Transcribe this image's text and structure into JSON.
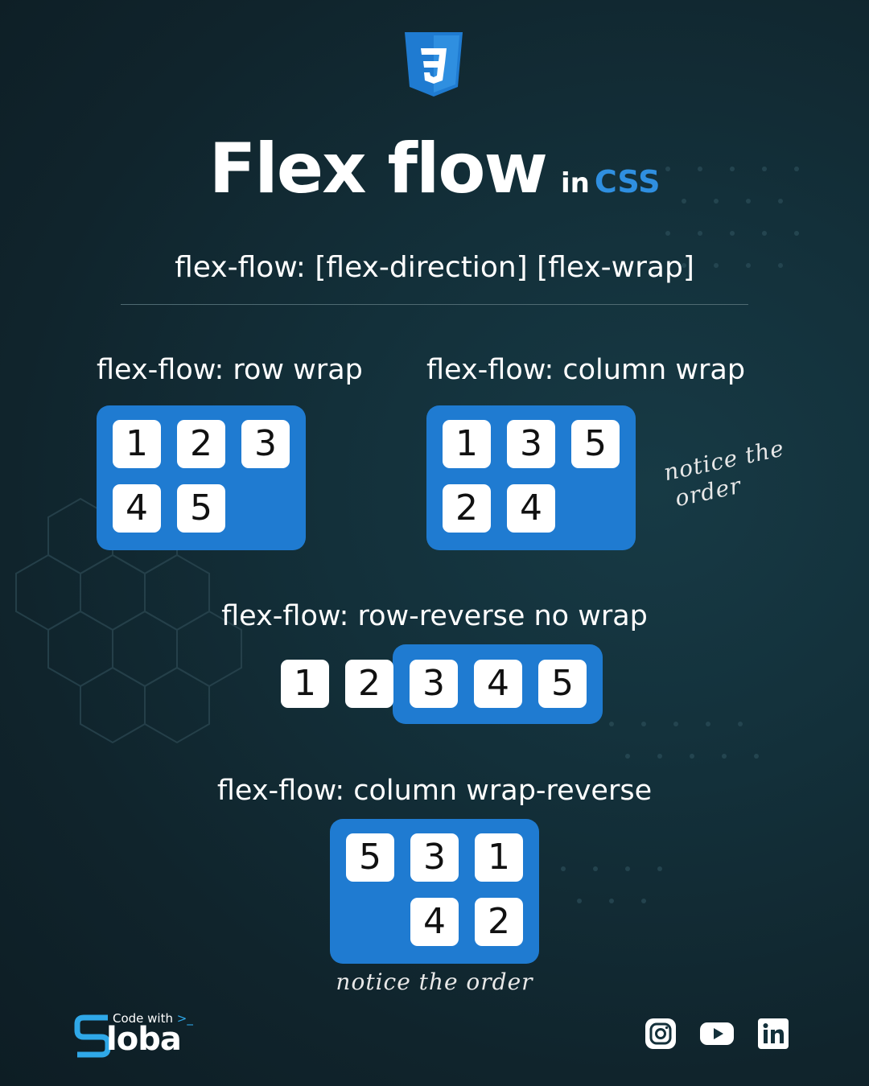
{
  "title": {
    "main": "Flex flow",
    "in": "in",
    "css": "CSS"
  },
  "syntax": "flex-flow: [flex-direction] [flex-wrap]",
  "examples": {
    "row_wrap": {
      "label": "flex-flow: row wrap",
      "items": [
        "1",
        "2",
        "3",
        "4",
        "5"
      ]
    },
    "column_wrap": {
      "label": "flex-flow: column wrap",
      "items": [
        "1",
        "3",
        "5",
        "2",
        "4"
      ],
      "note_line1": "notice the",
      "note_line2": "order"
    },
    "row_reverse": {
      "label": "flex-flow: row-reverse no wrap",
      "items": [
        "1",
        "2",
        "3",
        "4",
        "5"
      ]
    },
    "column_wrap_reverse": {
      "label": "flex-flow: column wrap-reverse",
      "items": [
        "5",
        "3",
        "1",
        "4",
        "2"
      ],
      "note": "notice the order"
    }
  },
  "brand": {
    "small": "Code with",
    "prompt": ">_",
    "name": "loba"
  },
  "social": [
    "instagram-icon",
    "youtube-icon",
    "linkedin-icon"
  ],
  "colors": {
    "accent": "#1f7bd1",
    "css_blue": "#2f8fe0",
    "background": "#13303a",
    "item": "#ffffff"
  }
}
